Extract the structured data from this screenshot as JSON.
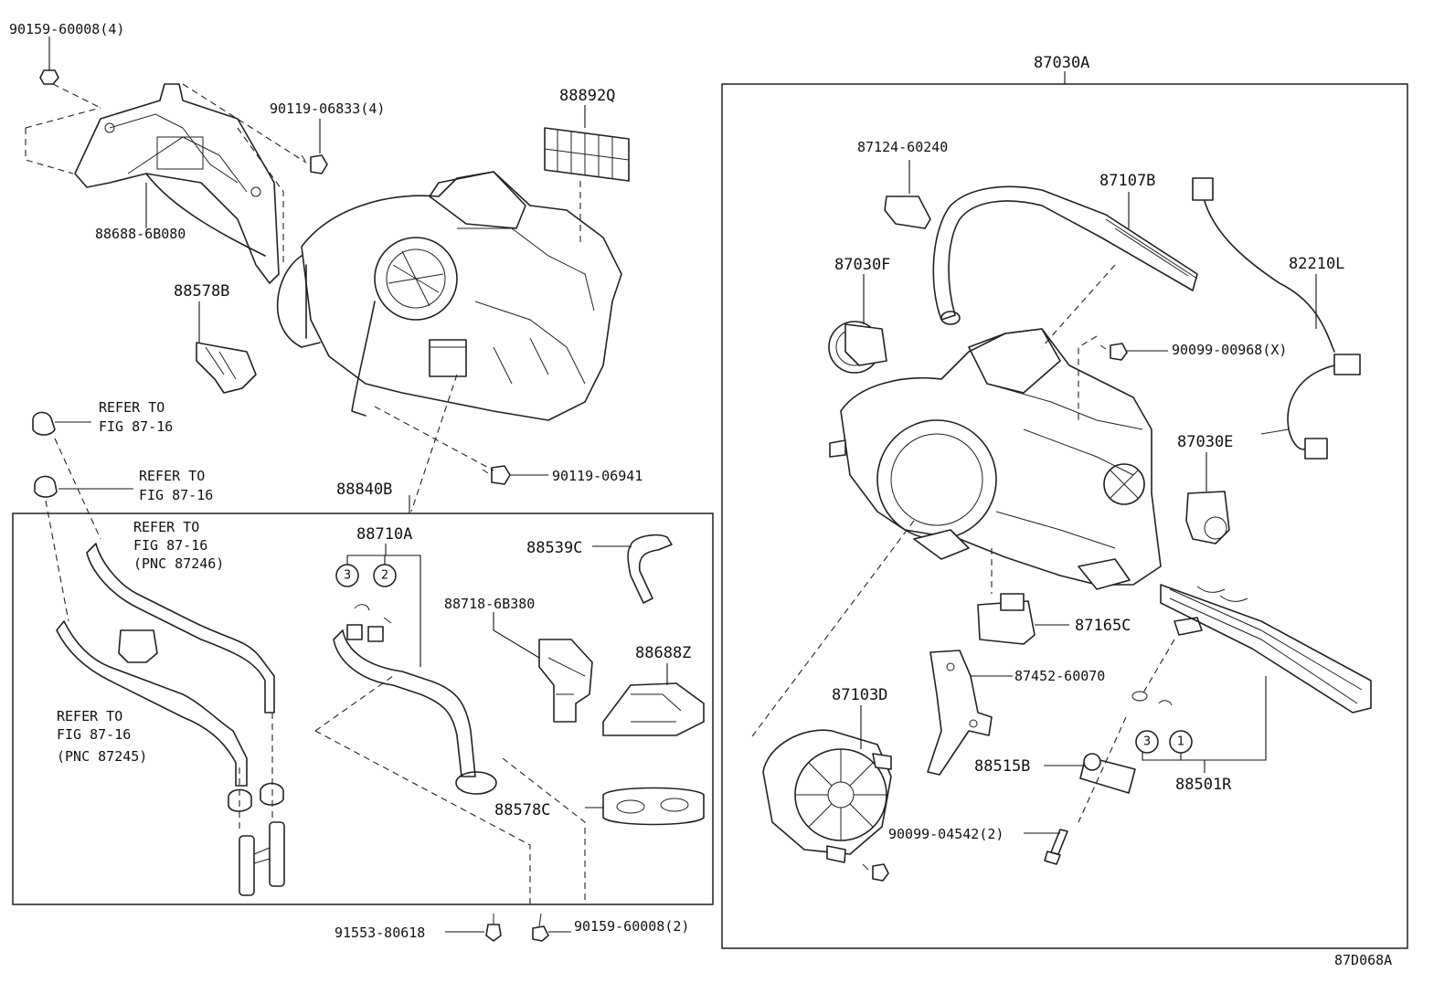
{
  "diagram_code": "87D068A",
  "labels": {
    "p90159_60008_4": "90159-60008(4)",
    "p90119_06833": "90119-06833(4)",
    "p88892Q": "88892Q",
    "p88688_6B080": "88688-6B080",
    "p88578B": "88578B",
    "ref1_a": "REFER TO",
    "ref1_b": "FIG 87-16",
    "ref2_a": "REFER TO",
    "ref2_b": "FIG 87-16",
    "p90119_06941": "90119-06941",
    "p88840B": "88840B",
    "ref3_a": "REFER TO",
    "ref3_b": "FIG 87-16",
    "ref3_c": "(PNC 87246)",
    "p88710A": "88710A",
    "p88539C": "88539C",
    "p88718_6B380": "88718-6B380",
    "p88688Z": "88688Z",
    "ref4_a": "REFER TO",
    "ref4_b": "FIG 87-16",
    "ref4_c": "(PNC 87245)",
    "p88578C": "88578C",
    "p91553_80618": "91553-80618",
    "p90159_60008_2": "90159-60008(2)",
    "p87030A": "87030A",
    "p87124_60240": "87124-60240",
    "p87107B": "87107B",
    "p82210L": "82210L",
    "p87030F": "87030F",
    "p90099_00968": "90099-00968(X)",
    "p87030E": "87030E",
    "p87165C": "87165C",
    "p87452_60070": "87452-60070",
    "p87103D": "87103D",
    "p88515B": "88515B",
    "p88501R": "88501R",
    "p90099_04542": "90099-04542(2)"
  },
  "circles": {
    "left_3": "3",
    "left_2": "2",
    "right_3": "3",
    "right_1": "1"
  }
}
